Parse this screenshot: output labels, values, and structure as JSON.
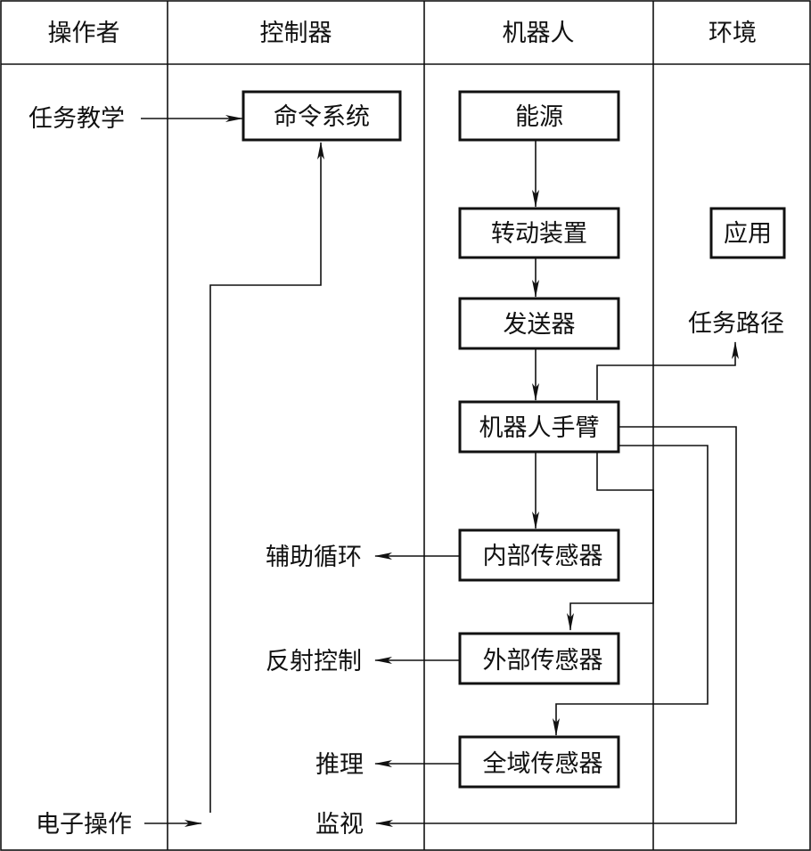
{
  "columns": {
    "operator": "操作者",
    "controller": "控制器",
    "robot": "机器人",
    "environment": "环境"
  },
  "boxes": {
    "command_system": "命令系统",
    "energy": "能源",
    "rotation_device": "转动装置",
    "transmitter": "发送器",
    "robot_arm": "机器人手臂",
    "internal_sensor": "内部传感器",
    "external_sensor": "外部传感器",
    "global_sensor": "全域传感器",
    "application": "应用"
  },
  "labels": {
    "task_teaching": "任务教学",
    "task_path": "任务路径",
    "auxiliary_loop": "辅助循环",
    "reflex_control": "反射控制",
    "reasoning": "推理",
    "electronic_operation": "电子操作",
    "monitoring": "监视"
  }
}
